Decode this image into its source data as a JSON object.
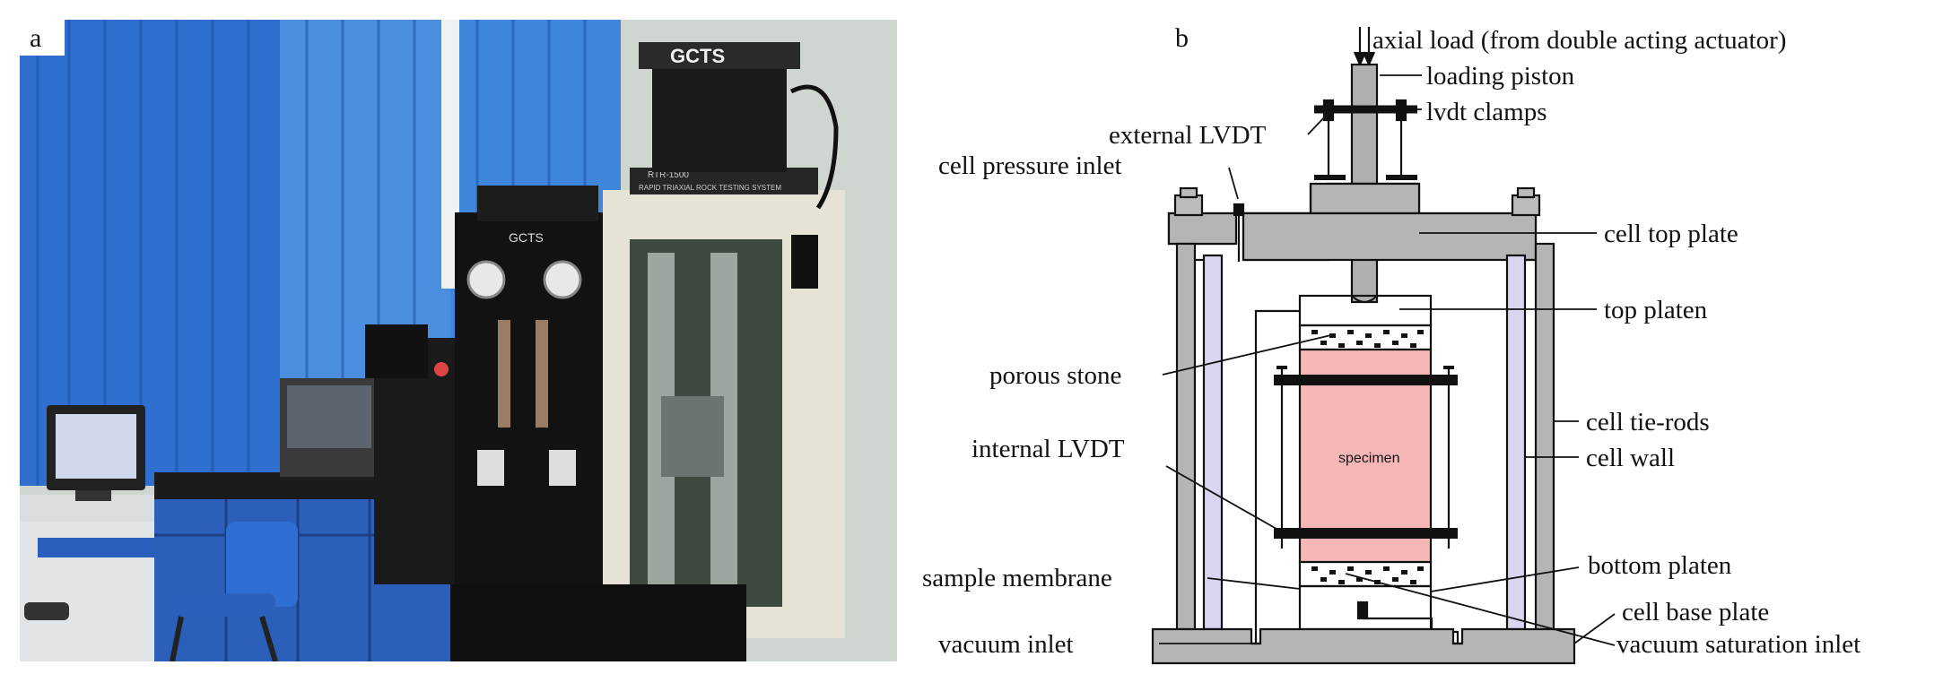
{
  "panels": {
    "a": "a",
    "b": "b"
  },
  "photo_panel": {
    "machine_badge": "GCTS",
    "cabinet_badge": "GCTS",
    "system_plate_line1": "RTR-1500",
    "system_plate_line2": "RAPID TRIAXIAL ROCK TESTING SYSTEM"
  },
  "diagram_labels": {
    "axial_load": "axial load (from double acting actuator)",
    "loading_piston": "loading piston",
    "external_lvdt": "external LVDT",
    "lvdt_clamps": "lvdt clamps",
    "cell_pressure_inlet": "cell pressure inlet",
    "cell_top_plate": "cell top plate",
    "top_platen": "top platen",
    "porous_stone": "porous stone",
    "cell_tie_rods": "cell tie-rods",
    "internal_lvdt": "internal LVDT",
    "specimen": "specimen",
    "cell_wall": "cell wall",
    "bottom_platen": "bottom platen",
    "sample_membrane": "sample membrane",
    "cell_base_plate": "cell base plate",
    "vacuum_inlet": "vacuum inlet",
    "vacuum_saturation_inlet": "vacuum saturation inlet"
  },
  "colors": {
    "specimen_fill": "#f4b6b6",
    "plate_gray": "#b5b5b5",
    "wall_lavender": "#d8d6f0",
    "curtain_blue": "#2f7fd8",
    "cabinet_black": "#111111"
  }
}
